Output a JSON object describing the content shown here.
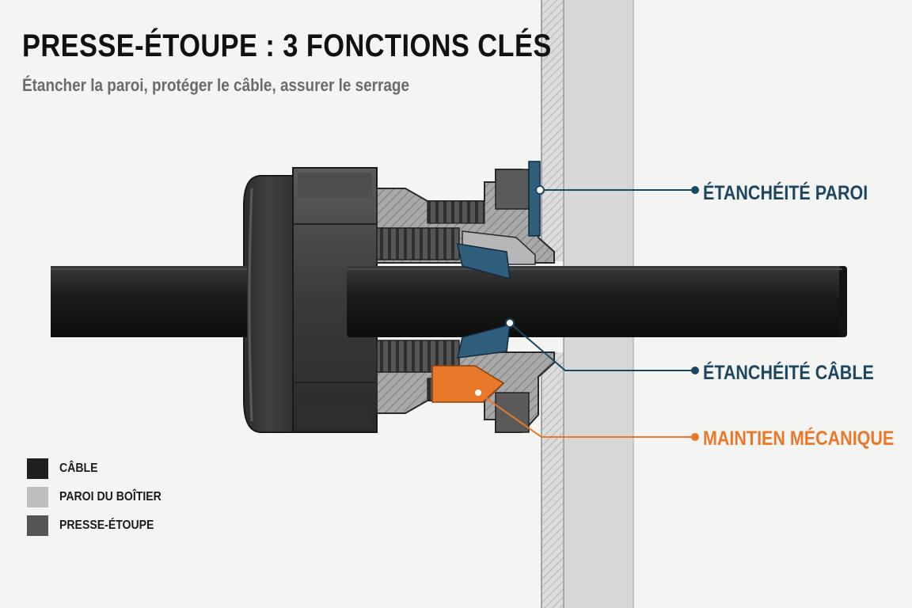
{
  "header": {
    "title": "PRESSE-ÉTOUPE : 3 FONCTIONS CLÉS",
    "subtitle": "Étancher la paroi, protéger le câble, assurer le serrage"
  },
  "callouts": [
    {
      "label": "ÉTANCHÉITÉ PAROI",
      "color": "#1d4760"
    },
    {
      "label": "ÉTANCHÉITÉ CÂBLE",
      "color": "#1d4760"
    },
    {
      "label": "MAINTIEN MÉCANIQUE",
      "color": "#e8782a"
    }
  ],
  "legend": [
    {
      "label": "CÂBLE",
      "color": "#1f1f1f"
    },
    {
      "label": "PAROI DU BOÎTIER",
      "color": "#bdbdbd"
    },
    {
      "label": "PRESSE-ÉTOUPE",
      "color": "#555555"
    }
  ],
  "colors": {
    "background": "#f4f4f2",
    "cable": "#1f1f1f",
    "gland_body": "#4b4b4b",
    "gland_section": "#9a9a9a",
    "wall": "#d6d6d6",
    "seal": "#2f5f7d",
    "accent": "#e8782a",
    "label_blue": "#1d4760"
  }
}
